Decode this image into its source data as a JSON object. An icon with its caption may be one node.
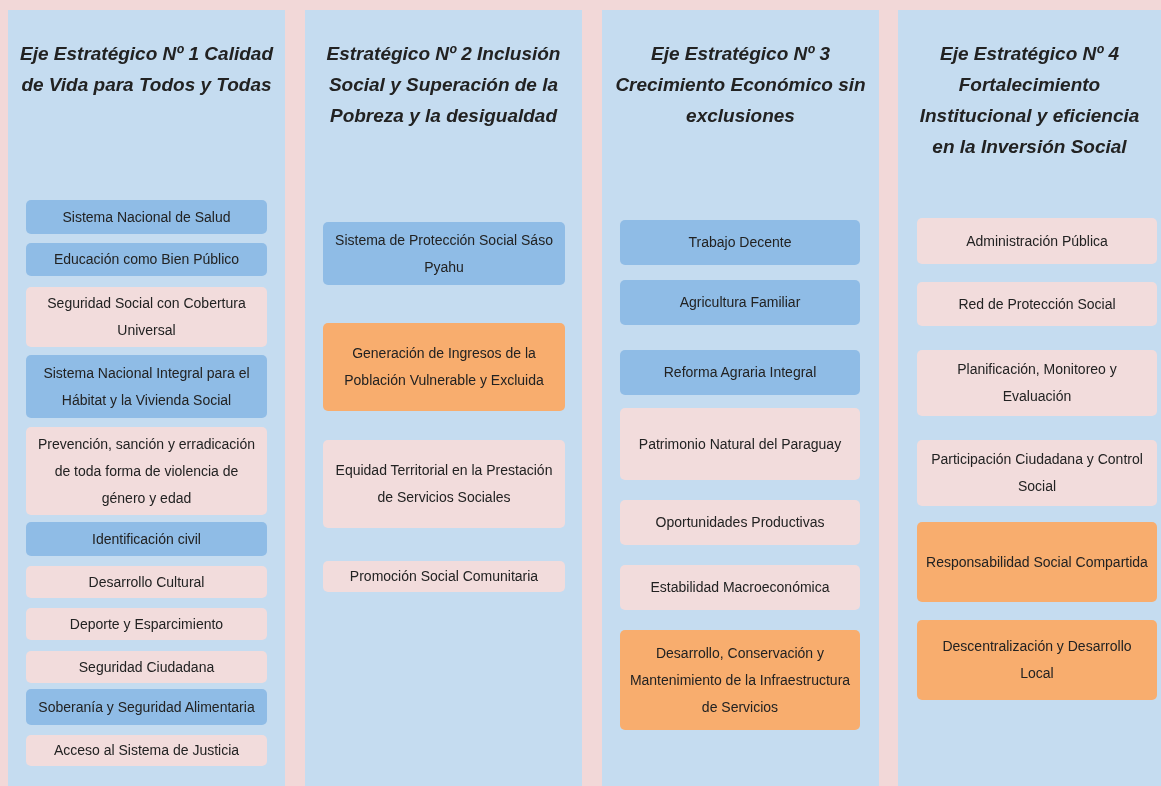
{
  "diagram": {
    "nodes": [
      {
        "text": [
          "Eje Estratégico Nº 1 Calidad de Vida para Todos y Todas"
        ]
      },
      {
        "text": [
          "Sistema Nacional de Salud"
        ],
        "in": 0
      },
      {
        "text": [
          "Educación como Bien Público"
        ],
        "in": 0
      },
      {
        "text": [
          "Seguridad Social con Cobertura Universal"
        ],
        "in": 0
      },
      {
        "text": [
          "Sistema Nacional Integral para el Hábitat y la Vivienda Social"
        ],
        "in": 0
      },
      {
        "text": [
          "Prevención, sanción y erradicación de toda forma de violencia de género y edad"
        ],
        "in": 0
      },
      {
        "text": [
          "Identificación civil"
        ],
        "in": 0
      },
      {
        "text": [
          "Desarrollo Cultural"
        ],
        "in": 0
      },
      {
        "text": [
          "Deporte y Esparcimiento"
        ],
        "in": 0
      },
      {
        "text": [
          "Seguridad Ciudadana"
        ],
        "in": 0
      },
      {
        "text": [
          "Soberanía y Seguridad Alimentaria"
        ],
        "in": 0
      },
      {
        "text": [
          "Acceso al Sistema de Justicia"
        ],
        "in": 0
      },
      {
        "text": [
          "Estratégico Nº 2 Inclusión Social y Superación de la Pobreza y la desigualdad"
        ]
      },
      {
        "text": [
          "Sistema de Protección Social Sáso Pyahu"
        ],
        "in": 12
      },
      {
        "text": [
          "Generación de Ingresos de la Población Vulnerable y Excluida"
        ],
        "in": 12
      },
      {
        "text": [
          "Equidad Territorial en la Prestación de Servicios Sociales"
        ],
        "in": 12
      },
      {
        "text": [
          "Promoción Social Comunitaria"
        ],
        "in": 12
      },
      {
        "text": [
          "Eje Estratégico Nº 3 Crecimiento Económico sin exclusiones"
        ]
      },
      {
        "text": [
          "Trabajo Decente"
        ],
        "in": 17
      },
      {
        "text": [
          "Agricultura Familiar"
        ],
        "in": 17
      },
      {
        "text": [
          "Reforma Agraria Integral"
        ],
        "in": 17
      },
      {
        "text": [
          "Patrimonio Natural del Paraguay"
        ],
        "in": 17
      },
      {
        "text": [
          "Oportunidades Productivas"
        ],
        "in": 17
      },
      {
        "text": [
          "Estabilidad Macroeconómica"
        ],
        "in": 17
      },
      {
        "text": [
          "Desarrollo, Conservación y Mantenimiento de la Infraestructura de Servicios"
        ],
        "in": 17
      },
      {
        "text": [
          "Eje Estratégico Nº 4 Fortalecimiento Institucional y eficiencia en la Inversión Social"
        ]
      },
      {
        "text": [
          "Administración Pública"
        ],
        "in": 25
      },
      {
        "text": [
          "Red de Protección Social"
        ],
        "in": 25
      },
      {
        "text": [
          "Planificación, Monitoreo y Evaluación"
        ],
        "in": 25
      },
      {
        "text": [
          "Participación Ciudadana y Control Social"
        ],
        "in": 25
      },
      {
        "text": [
          "Responsabilidad Social Compartida"
        ],
        "in": 25
      },
      {
        "text": [
          "Descentralización y Desarrollo Local"
        ],
        "in": 25
      }
    ],
    "edges": []
  }
}
